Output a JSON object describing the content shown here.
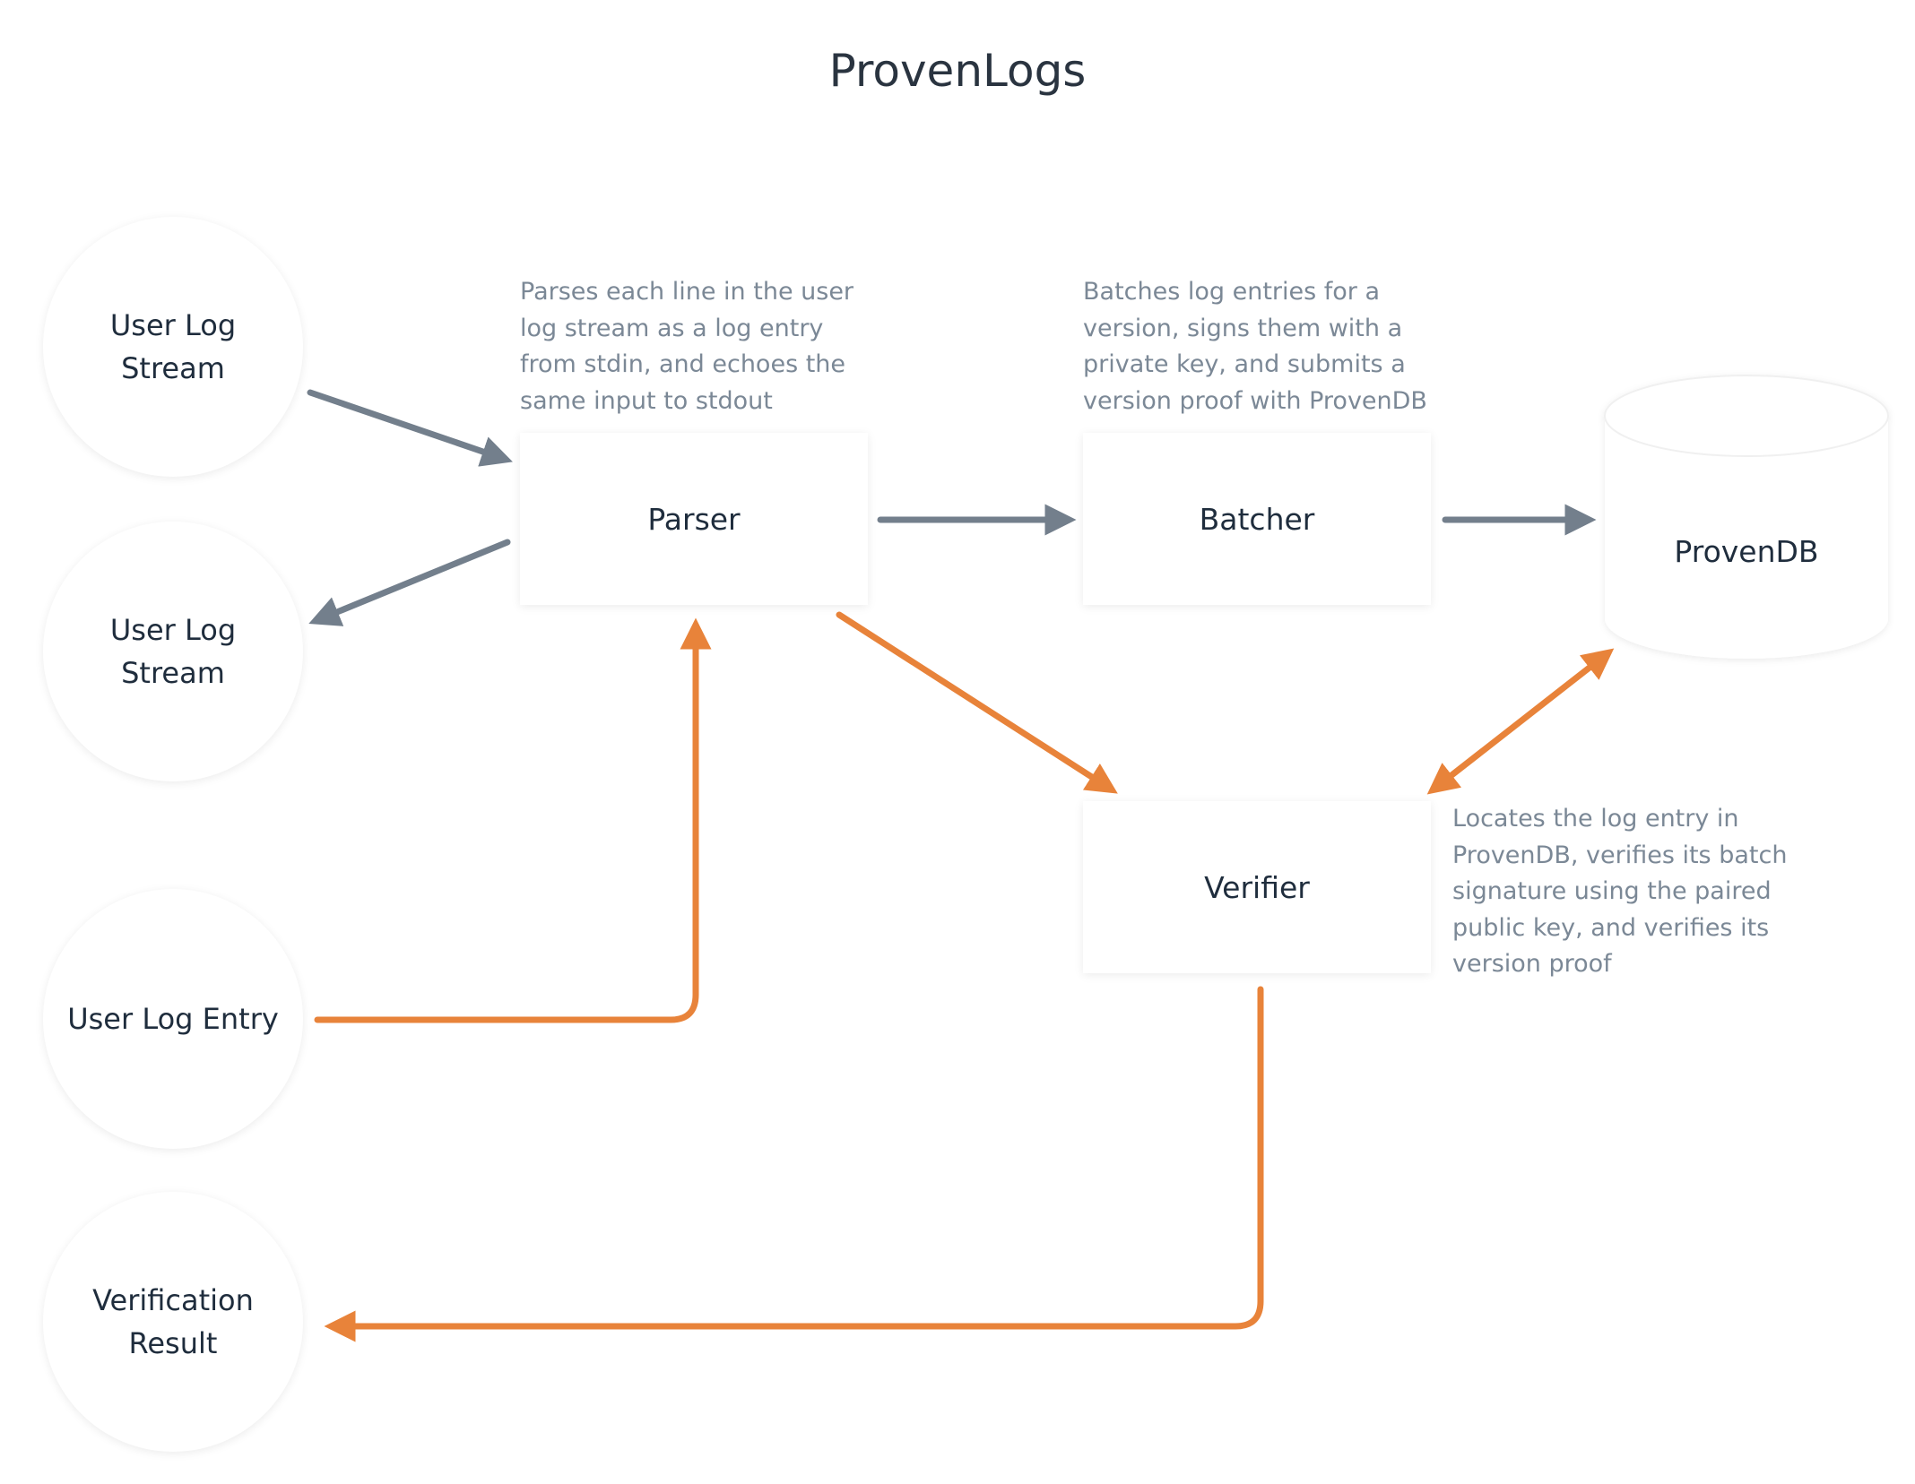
{
  "title": "ProvenLogs",
  "nodes": {
    "user_log_stream_in": {
      "line1": "User Log",
      "line2": "Stream"
    },
    "user_log_stream_out": {
      "line1": "User Log",
      "line2": "Stream"
    },
    "user_log_entry": {
      "label": "User Log Entry"
    },
    "verification_result": {
      "line1": "Verification",
      "line2": "Result"
    },
    "parser": {
      "label": "Parser"
    },
    "batcher": {
      "label": "Batcher"
    },
    "verifier": {
      "label": "Verifier"
    },
    "provendb": {
      "label": "ProvenDB"
    }
  },
  "notes": {
    "parser": "Parses each line in the user log stream as a log entry from stdin, and echoes the same input to stdout",
    "batcher": "Batches log entries for a version, signs them with a private key, and submits a version proof with ProvenDB",
    "verifier": "Locates the log entry in ProvenDB, verifies its batch signature using the paired public key, and verifies its version proof"
  },
  "colors": {
    "gray_arrow": "#737f8c",
    "orange_arrow": "#e8833a"
  }
}
